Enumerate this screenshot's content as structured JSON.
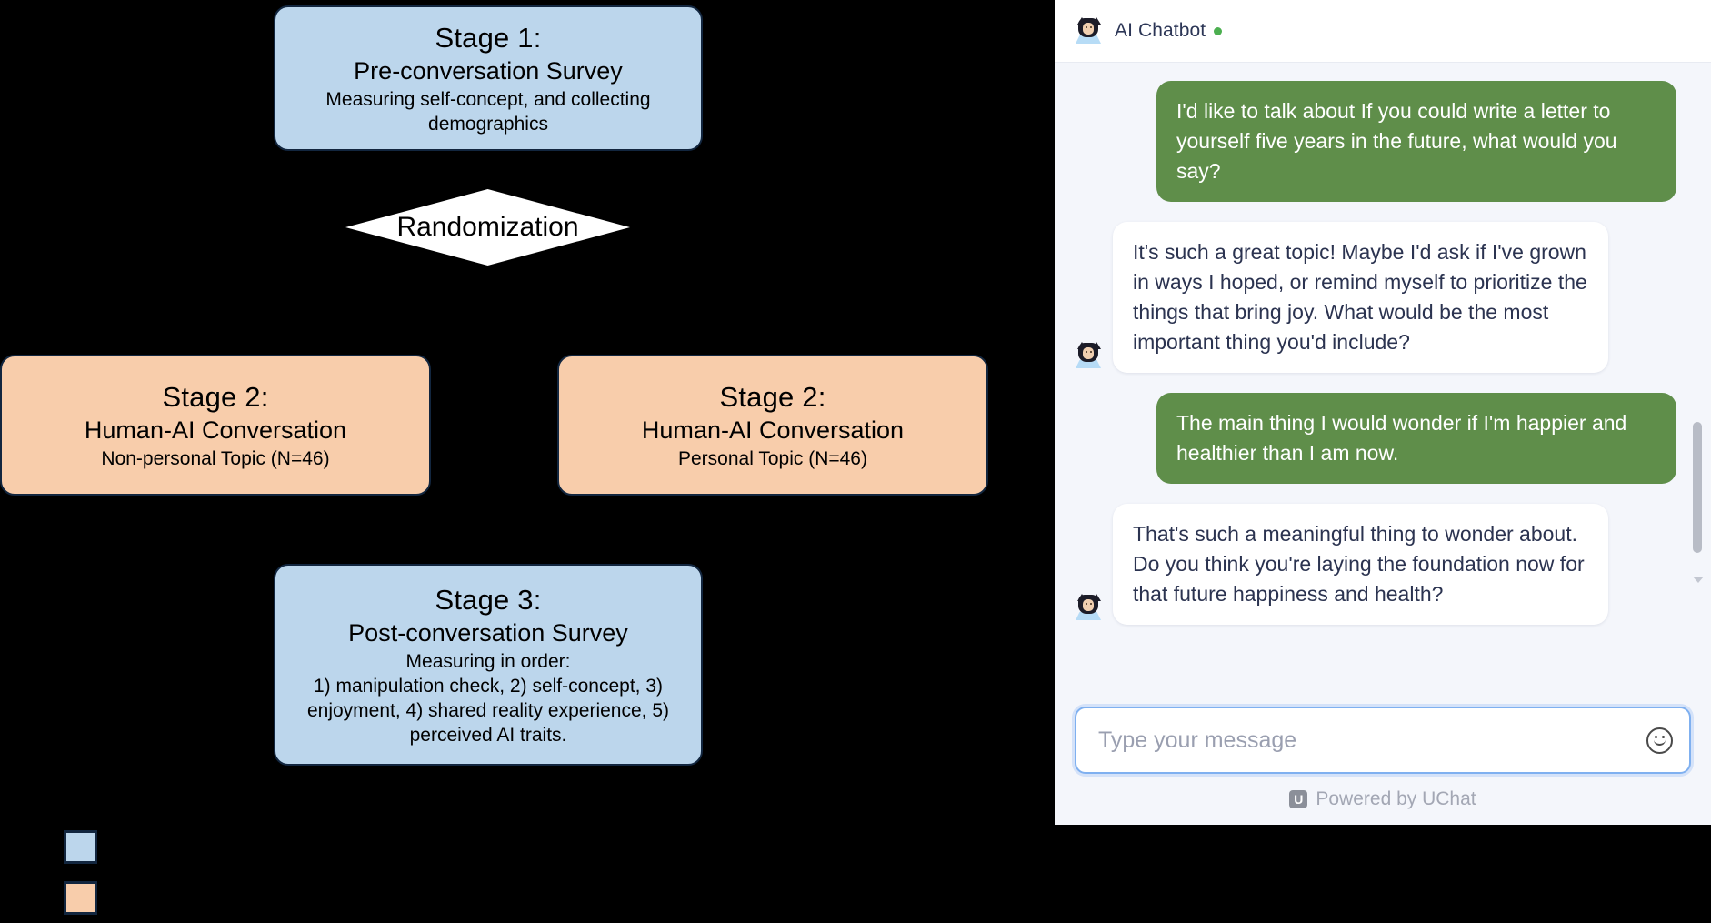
{
  "flowchart": {
    "stage1": {
      "title": "Stage 1:",
      "subtitle": "Pre-conversation Survey",
      "description": "Measuring self-concept, and collecting demographics"
    },
    "randomization": {
      "label": "Randomization"
    },
    "stage2_left": {
      "title": "Stage 2:",
      "subtitle": "Human-AI Conversation",
      "description": "Non-personal Topic (N=46)"
    },
    "stage2_right": {
      "title": "Stage 2:",
      "subtitle": "Human-AI Conversation",
      "description": "Personal Topic (N=46)"
    },
    "stage3": {
      "title": "Stage 3:",
      "subtitle": "Post-conversation Survey",
      "description": "Measuring in order:\n1) manipulation check, 2) self-concept, 3) enjoyment, 4) shared reality experience, 5) perceived AI traits."
    },
    "legend": [
      {
        "label": "",
        "color": "#bcd6ec"
      },
      {
        "label": "",
        "color": "#f8cdab"
      }
    ],
    "colors": {
      "blue_fill": "#bcd6ec",
      "peach_fill": "#f8cdab",
      "border": "#12263f",
      "diamond_fill": "#ffffff",
      "background": "#000000"
    }
  },
  "chat": {
    "header": {
      "title": "AI Chatbot",
      "avatar_icon": "cat-robot-avatar-icon",
      "status_dot_color": "#4caf50"
    },
    "messages": [
      {
        "sender": "user",
        "text": "I'd like to talk about If you could write a letter to yourself five years in the future, what would you say?"
      },
      {
        "sender": "bot",
        "text": "It's such a great topic! Maybe I'd ask if I've grown in ways I hoped, or remind myself to prioritize the things that bring joy. What would be the most important thing you'd include?"
      },
      {
        "sender": "user",
        "text": "The main thing I would wonder if I'm happier and healthier than I am now."
      },
      {
        "sender": "bot",
        "text": "That's such a meaningful thing to wonder about. Do you think you're laying the foundation now for that future happiness and health?"
      }
    ],
    "input": {
      "placeholder": "Type your message",
      "value": "",
      "emoji_icon": "smiley-face-icon"
    },
    "footer": {
      "badge": "U",
      "text": "Powered by UChat"
    },
    "colors": {
      "user_bubble": "#5f8e4a",
      "bot_bubble": "#ffffff",
      "panel_bg": "#f4f6fb",
      "input_border": "#7fb0f0"
    }
  }
}
